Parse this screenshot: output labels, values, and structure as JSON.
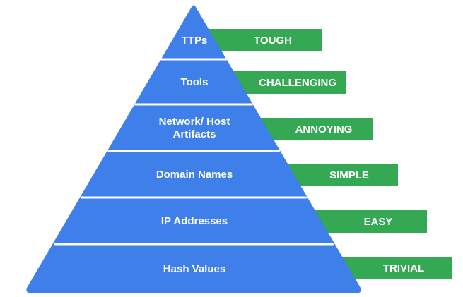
{
  "pyramid": {
    "colors": {
      "level": "#3f7fea",
      "difficulty": "#34a853",
      "separator": "#ffffff"
    },
    "levels": [
      {
        "label": "TTPs",
        "difficulty": "TOUGH"
      },
      {
        "label": "Tools",
        "difficulty": "CHALLENGING"
      },
      {
        "label": "Network/ Host Artifacts",
        "label_lines": [
          "Network/ Host",
          "Artifacts"
        ],
        "difficulty": "ANNOYING"
      },
      {
        "label": "Domain Names",
        "difficulty": "SIMPLE"
      },
      {
        "label": "IP Addresses",
        "difficulty": "EASY"
      },
      {
        "label": "Hash Values",
        "difficulty": "TRIVIAL"
      }
    ]
  }
}
